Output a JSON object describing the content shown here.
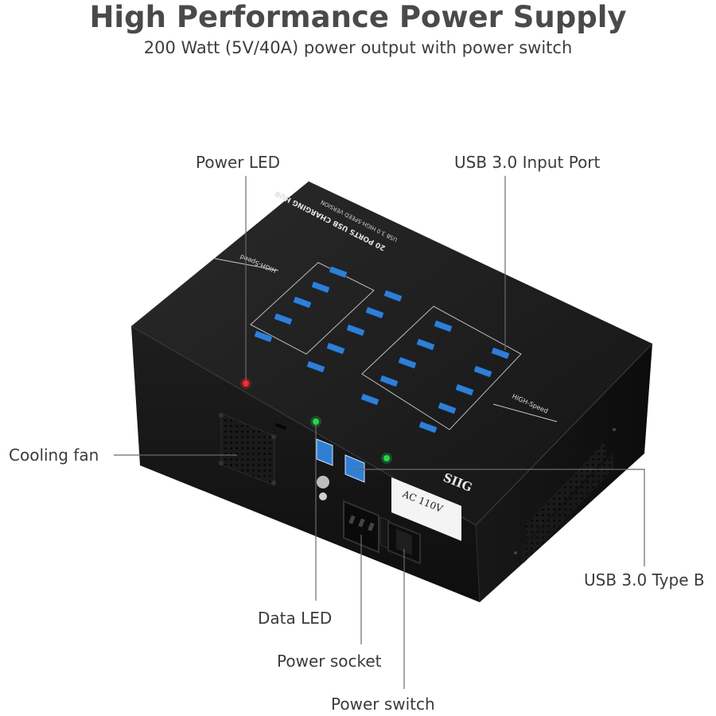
{
  "header": {
    "title": "High Performance Power Supply",
    "subtitle": "200 Watt (5V/40A) power output with power switch"
  },
  "callouts": {
    "power_led": "Power LED",
    "usb_input_port": "USB 3.0 Input Port",
    "cooling_fan": "Cooling fan",
    "usb_type_b": "USB 3.0 Type B",
    "data_led": "Data LED",
    "power_socket": "Power socket",
    "power_switch": "Power switch"
  },
  "device_labels": {
    "top_title": "20 PORTS USB CHARGING HUB",
    "top_subtitle": "USB 3.0 HIGH-SPEED VERSION",
    "high_speed": "HIGH-Speed",
    "brand": "SIIG",
    "voltage": "AC 110V"
  },
  "colors": {
    "device_body": "#1c1c1c",
    "usb_blue": "#2f7fd4",
    "power_led": "#ff2a2a",
    "data_led": "#22d84a",
    "leader_line": "#6a6a6a"
  }
}
